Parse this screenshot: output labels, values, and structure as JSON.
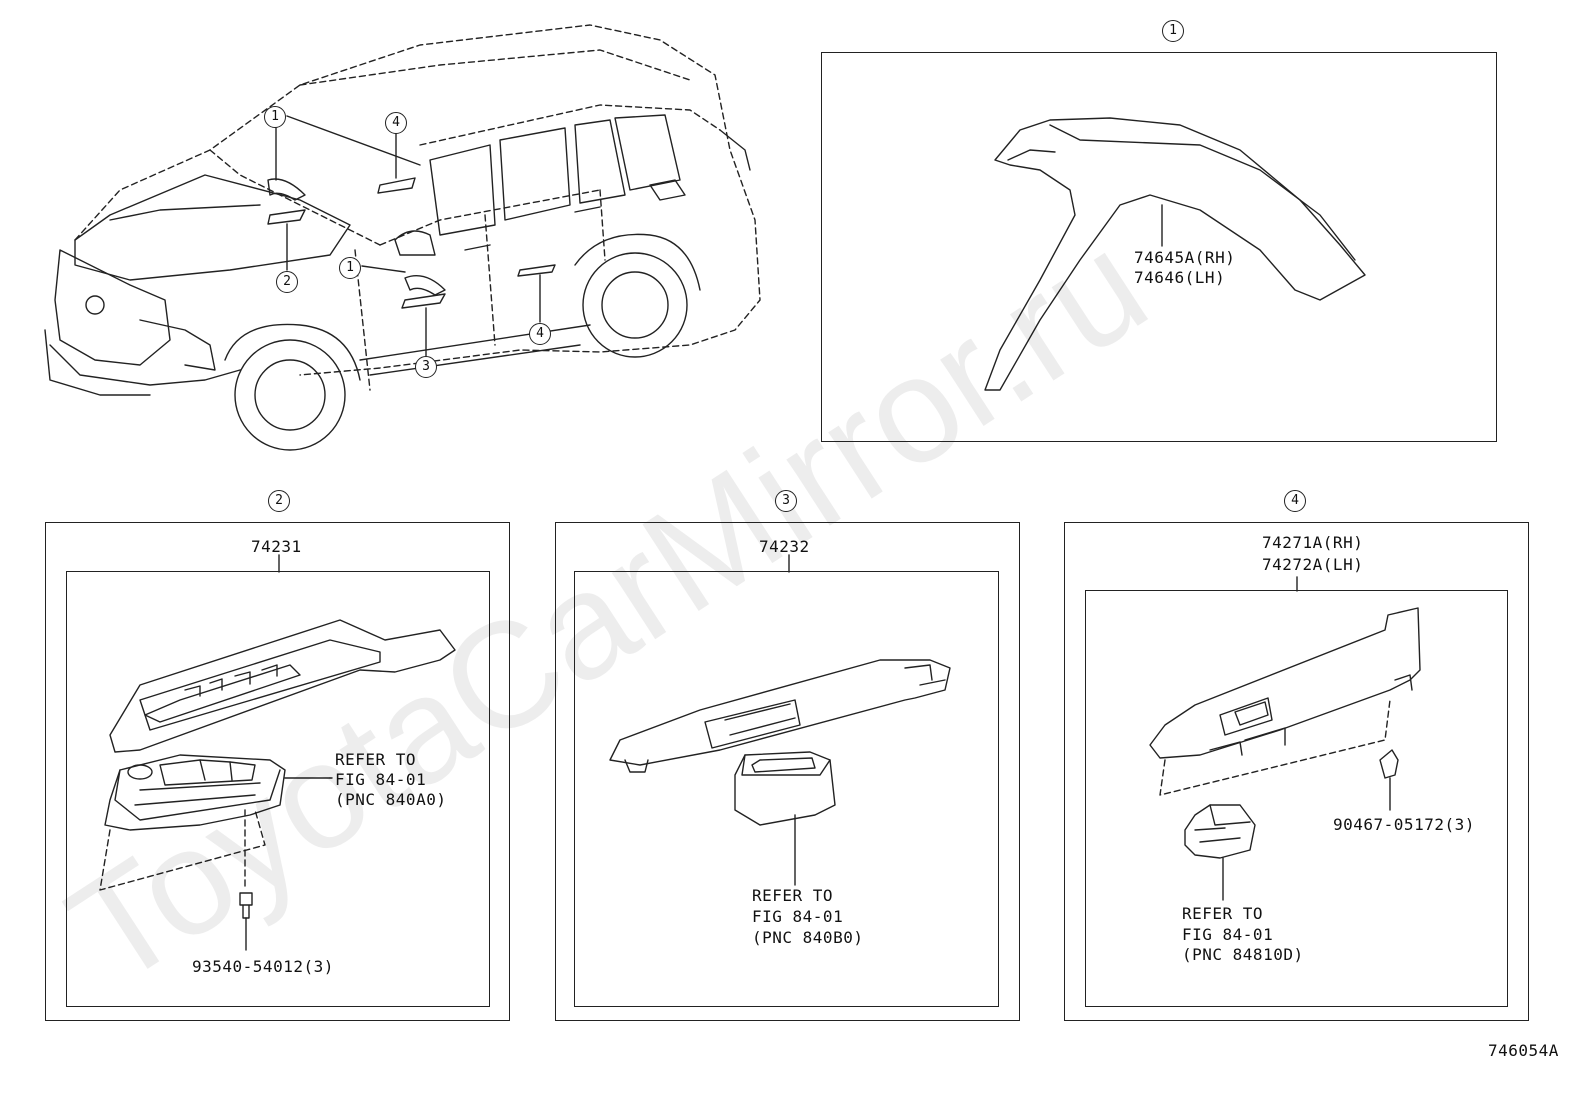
{
  "watermark": "ToyotaCarMirror.ru",
  "figure_id": "746054A",
  "overview": {
    "callouts": [
      "1",
      "4",
      "2",
      "1",
      "3",
      "4"
    ]
  },
  "panels": {
    "p1": {
      "marker": "1",
      "part_rh": "74645A(RH)",
      "part_lh": "74646(LH)"
    },
    "p2": {
      "marker": "2",
      "part": "74231",
      "refer_lines": [
        "REFER TO",
        "FIG 84-01",
        "(PNC 840A0)"
      ],
      "screw": "93540-54012(3)"
    },
    "p3": {
      "marker": "3",
      "part": "74232",
      "refer_lines": [
        "REFER TO",
        "FIG 84-01",
        "(PNC 840B0)"
      ]
    },
    "p4": {
      "marker": "4",
      "part_rh": "74271A(RH)",
      "part_lh": "74272A(LH)",
      "refer_lines": [
        "REFER TO",
        "FIG 84-01",
        "(PNC 84810D)"
      ],
      "clip": "90467-05172(3)"
    }
  }
}
